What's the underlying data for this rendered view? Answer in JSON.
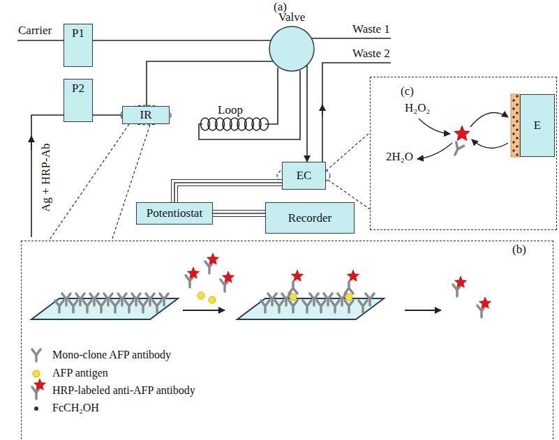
{
  "diagram": {
    "nodes": [
      {
        "text": [
          "P1"
        ]
      },
      {
        "text": [
          "P2"
        ]
      },
      {
        "text": [
          "IR"
        ]
      },
      {
        "text": [
          "Valve"
        ]
      },
      {
        "text": [
          "EC"
        ]
      },
      {
        "text": [
          "Potentiostat"
        ]
      },
      {
        "text": [
          "Recorder"
        ]
      },
      {
        "text": [
          "(c)"
        ]
      },
      {
        "text": [
          "E"
        ],
        "in": 7
      },
      {
        "text": [
          "(b)"
        ]
      }
    ],
    "edges": [
      {
        "from": 0,
        "to": 3,
        "arrow": "none"
      },
      {
        "from": 1,
        "to": 2,
        "arrow": "none"
      },
      {
        "from": 2,
        "to": 3,
        "arrow": "none"
      },
      {
        "from": 3,
        "to": 4,
        "arrow": "to"
      },
      {
        "from": 4,
        "to": 5,
        "arrow": "none"
      },
      {
        "from": 5,
        "to": 6,
        "arrow": "none"
      },
      {
        "from": 2,
        "to": 9,
        "arrow": "none"
      },
      {
        "from": 4,
        "to": 7,
        "arrow": "none"
      }
    ],
    "labels": [
      "(a)",
      "Carrier",
      "Waste 1",
      "Waste 2",
      "Loop",
      "Ag + HRP-Ab",
      "H₂O₂",
      "2H₂O"
    ],
    "legend": [
      {
        "text": "Mono-clone AFP antibody"
      },
      {
        "text": "AFP antigen"
      },
      {
        "text": "HRP-labeled anti-AFP antibody"
      },
      {
        "text": "FcCH₂OH"
      }
    ]
  }
}
